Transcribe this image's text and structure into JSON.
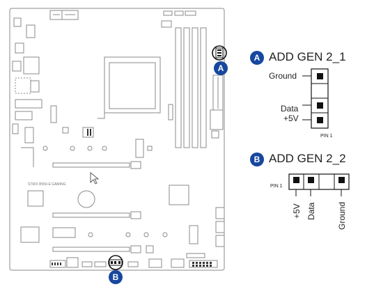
{
  "board": {
    "model_text": "STRIX B550-E GAMING",
    "marker_a": "A",
    "marker_b": "B"
  },
  "header_a": {
    "badge": "A",
    "title": "ADD GEN 2_1",
    "labels": [
      "Ground",
      "Data",
      "+5V"
    ],
    "pin1": "PIN 1"
  },
  "header_b": {
    "badge": "B",
    "title": "ADD GEN 2_2",
    "labels": [
      "+5V",
      "Data",
      "Ground"
    ],
    "pin1": "PIN 1"
  },
  "colors": {
    "marker": "#17479e",
    "board_line": "#8a8a8a",
    "pin": "#111111"
  }
}
